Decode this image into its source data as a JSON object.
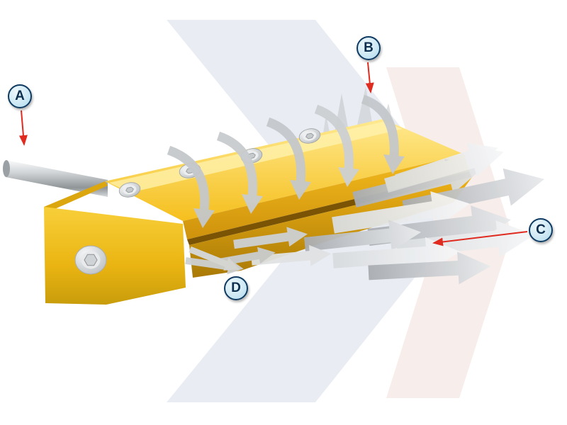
{
  "diagram": {
    "kind": "air-knife-airflow-illustration",
    "callouts": [
      {
        "letter": "A"
      },
      {
        "letter": "B"
      },
      {
        "letter": "C"
      },
      {
        "letter": "D"
      }
    ],
    "colors": {
      "callout_fill": "#cfe9f4",
      "callout_border": "#0f3a61",
      "pointer_red": "#e02b20",
      "body_yellow": "#f5c01d",
      "body_shadow_yellow": "#aa7a06",
      "flow_gray": "#c5c8cb",
      "metal_silver": "#cfd3d6",
      "background_band_blue": "#e9edf3",
      "background_band_pink": "#f7edea"
    }
  }
}
